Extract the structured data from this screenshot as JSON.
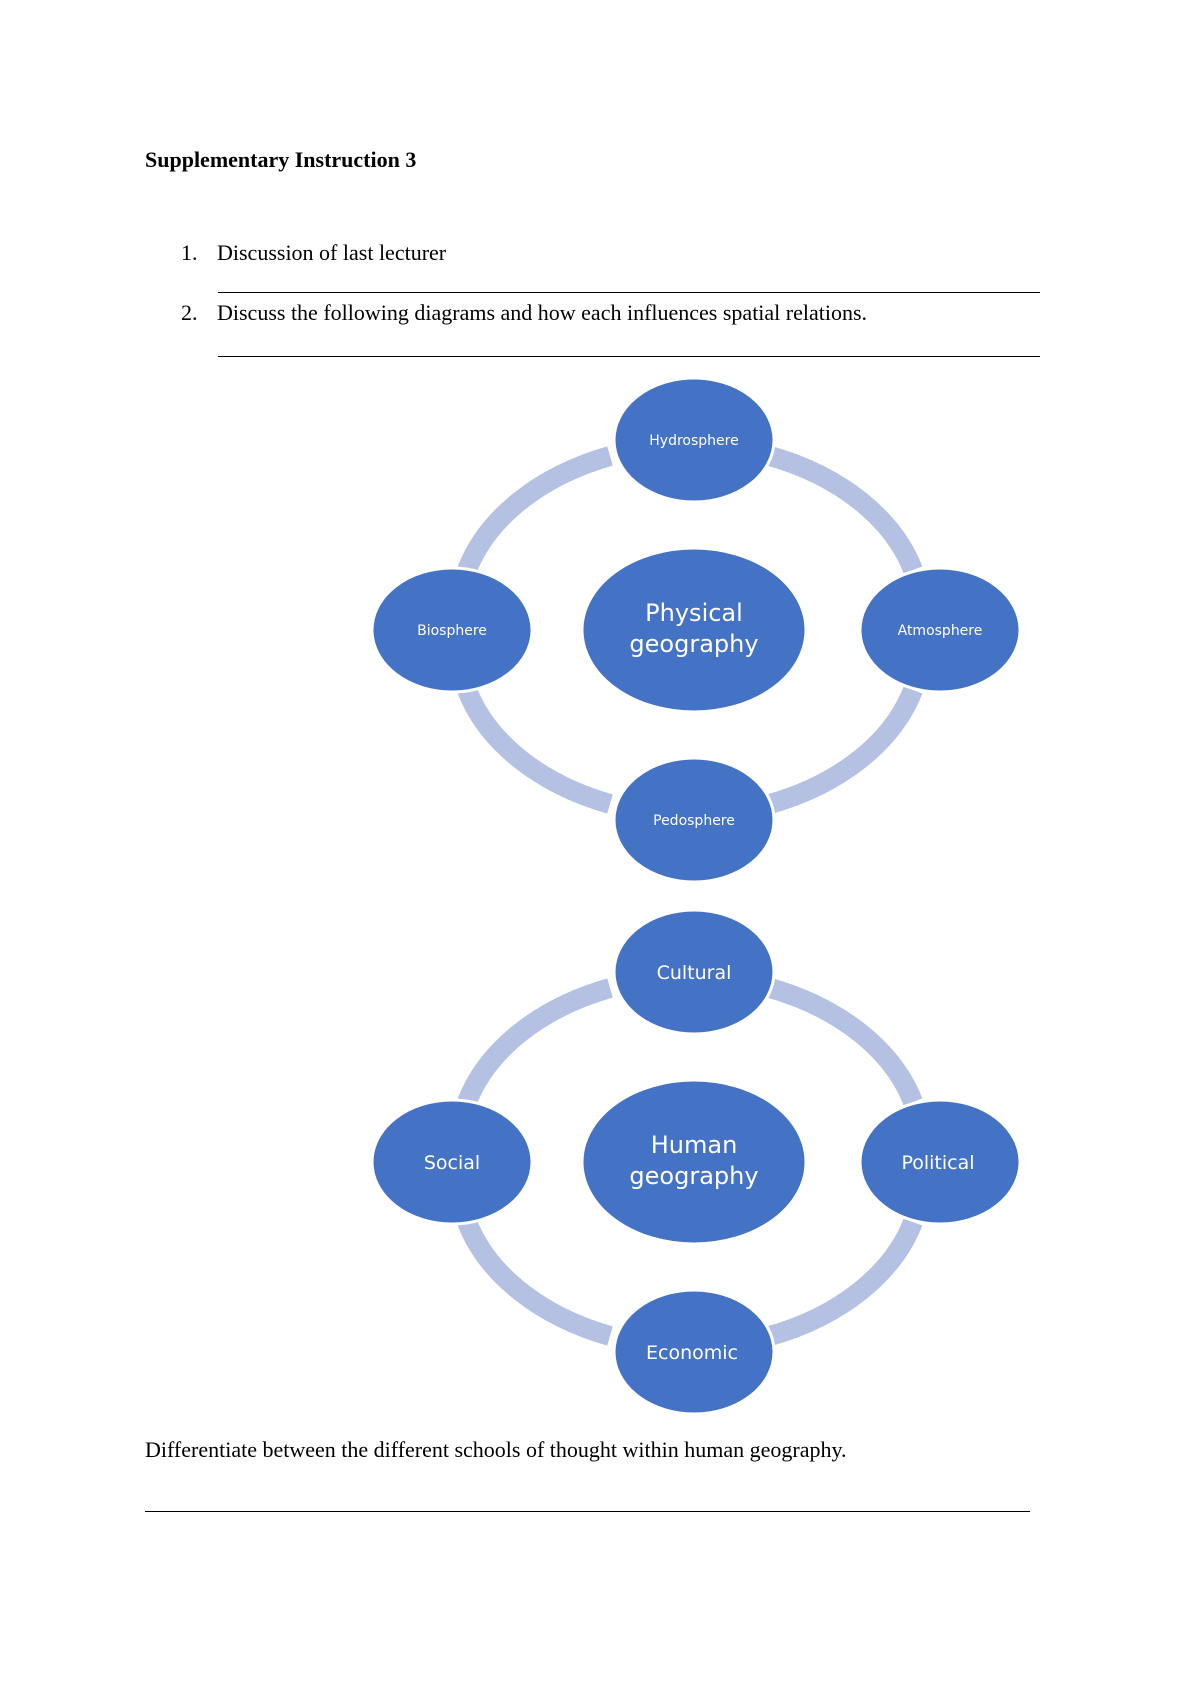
{
  "document": {
    "title": "Supplementary Instruction 3",
    "items": [
      {
        "number": "1.",
        "text": "Discussion of last lecturer"
      },
      {
        "number": "2.",
        "text": "Discuss the following diagrams and how each influences spatial relations."
      }
    ],
    "question": "Differentiate between the different schools of thought within human geography."
  },
  "diagrams": [
    {
      "center": [
        "Physical",
        "geography"
      ],
      "nodes": {
        "top": "Hydrosphere",
        "right": "Atmosphere",
        "bottom": "Pedosphere",
        "left": "Biosphere"
      }
    },
    {
      "center": [
        "Human",
        "geography"
      ],
      "nodes": {
        "top": "Cultural",
        "right": "Political",
        "bottom": "Economic",
        "left": "Social"
      }
    }
  ],
  "colors": {
    "node_fill": "#4472C4",
    "node_stroke": "#ffffff",
    "arc": "#B4C1E2",
    "text": "#ffffff"
  }
}
